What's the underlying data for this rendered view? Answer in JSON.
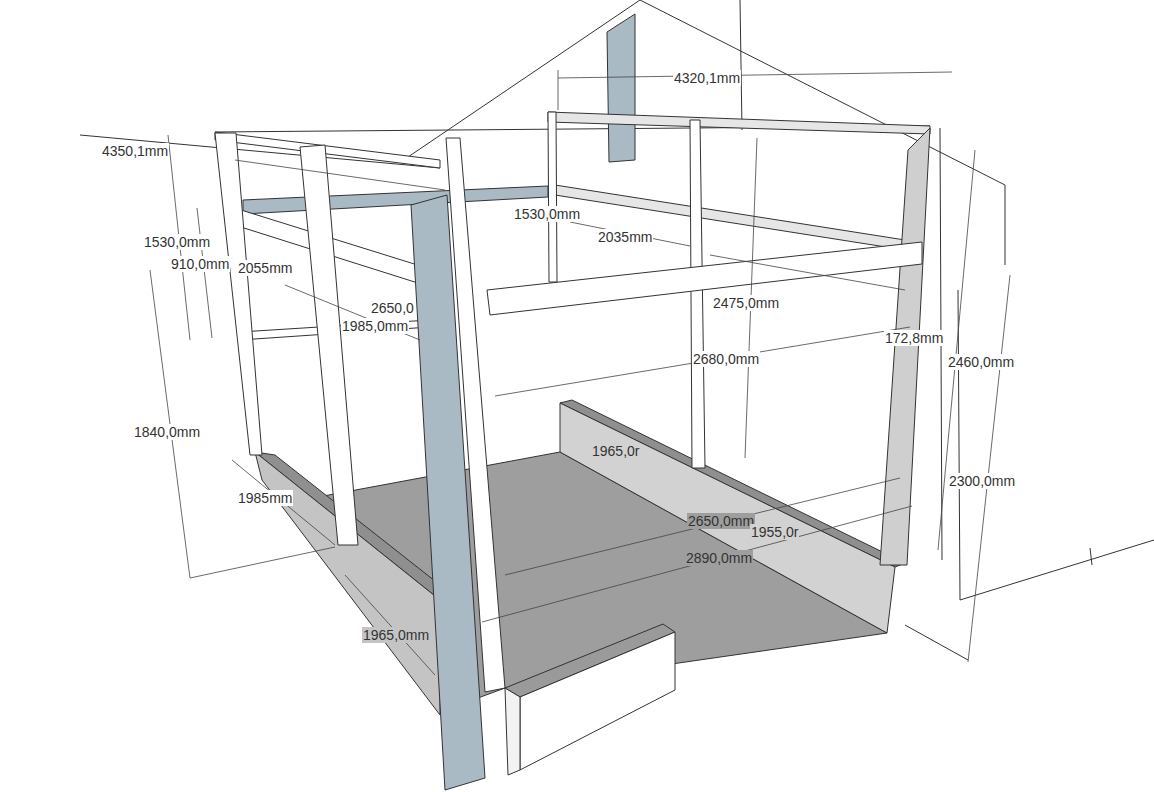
{
  "diagram": {
    "labels": [
      "4320,1mm",
      "4350,1mm",
      "1530,0mm",
      "910,0mm",
      "2055mm",
      "2650,0",
      "1985,0mm",
      "1530,0mm",
      "2035mm",
      "2475,0mm",
      "172,8mm",
      "2460,0mm",
      "2680,0mm",
      "1840,0mm",
      "1965,0r",
      "2300,0mm",
      "1985mm",
      "2650,0mm",
      "1955,0r",
      "2890,0mm",
      "1965,0mm"
    ]
  }
}
